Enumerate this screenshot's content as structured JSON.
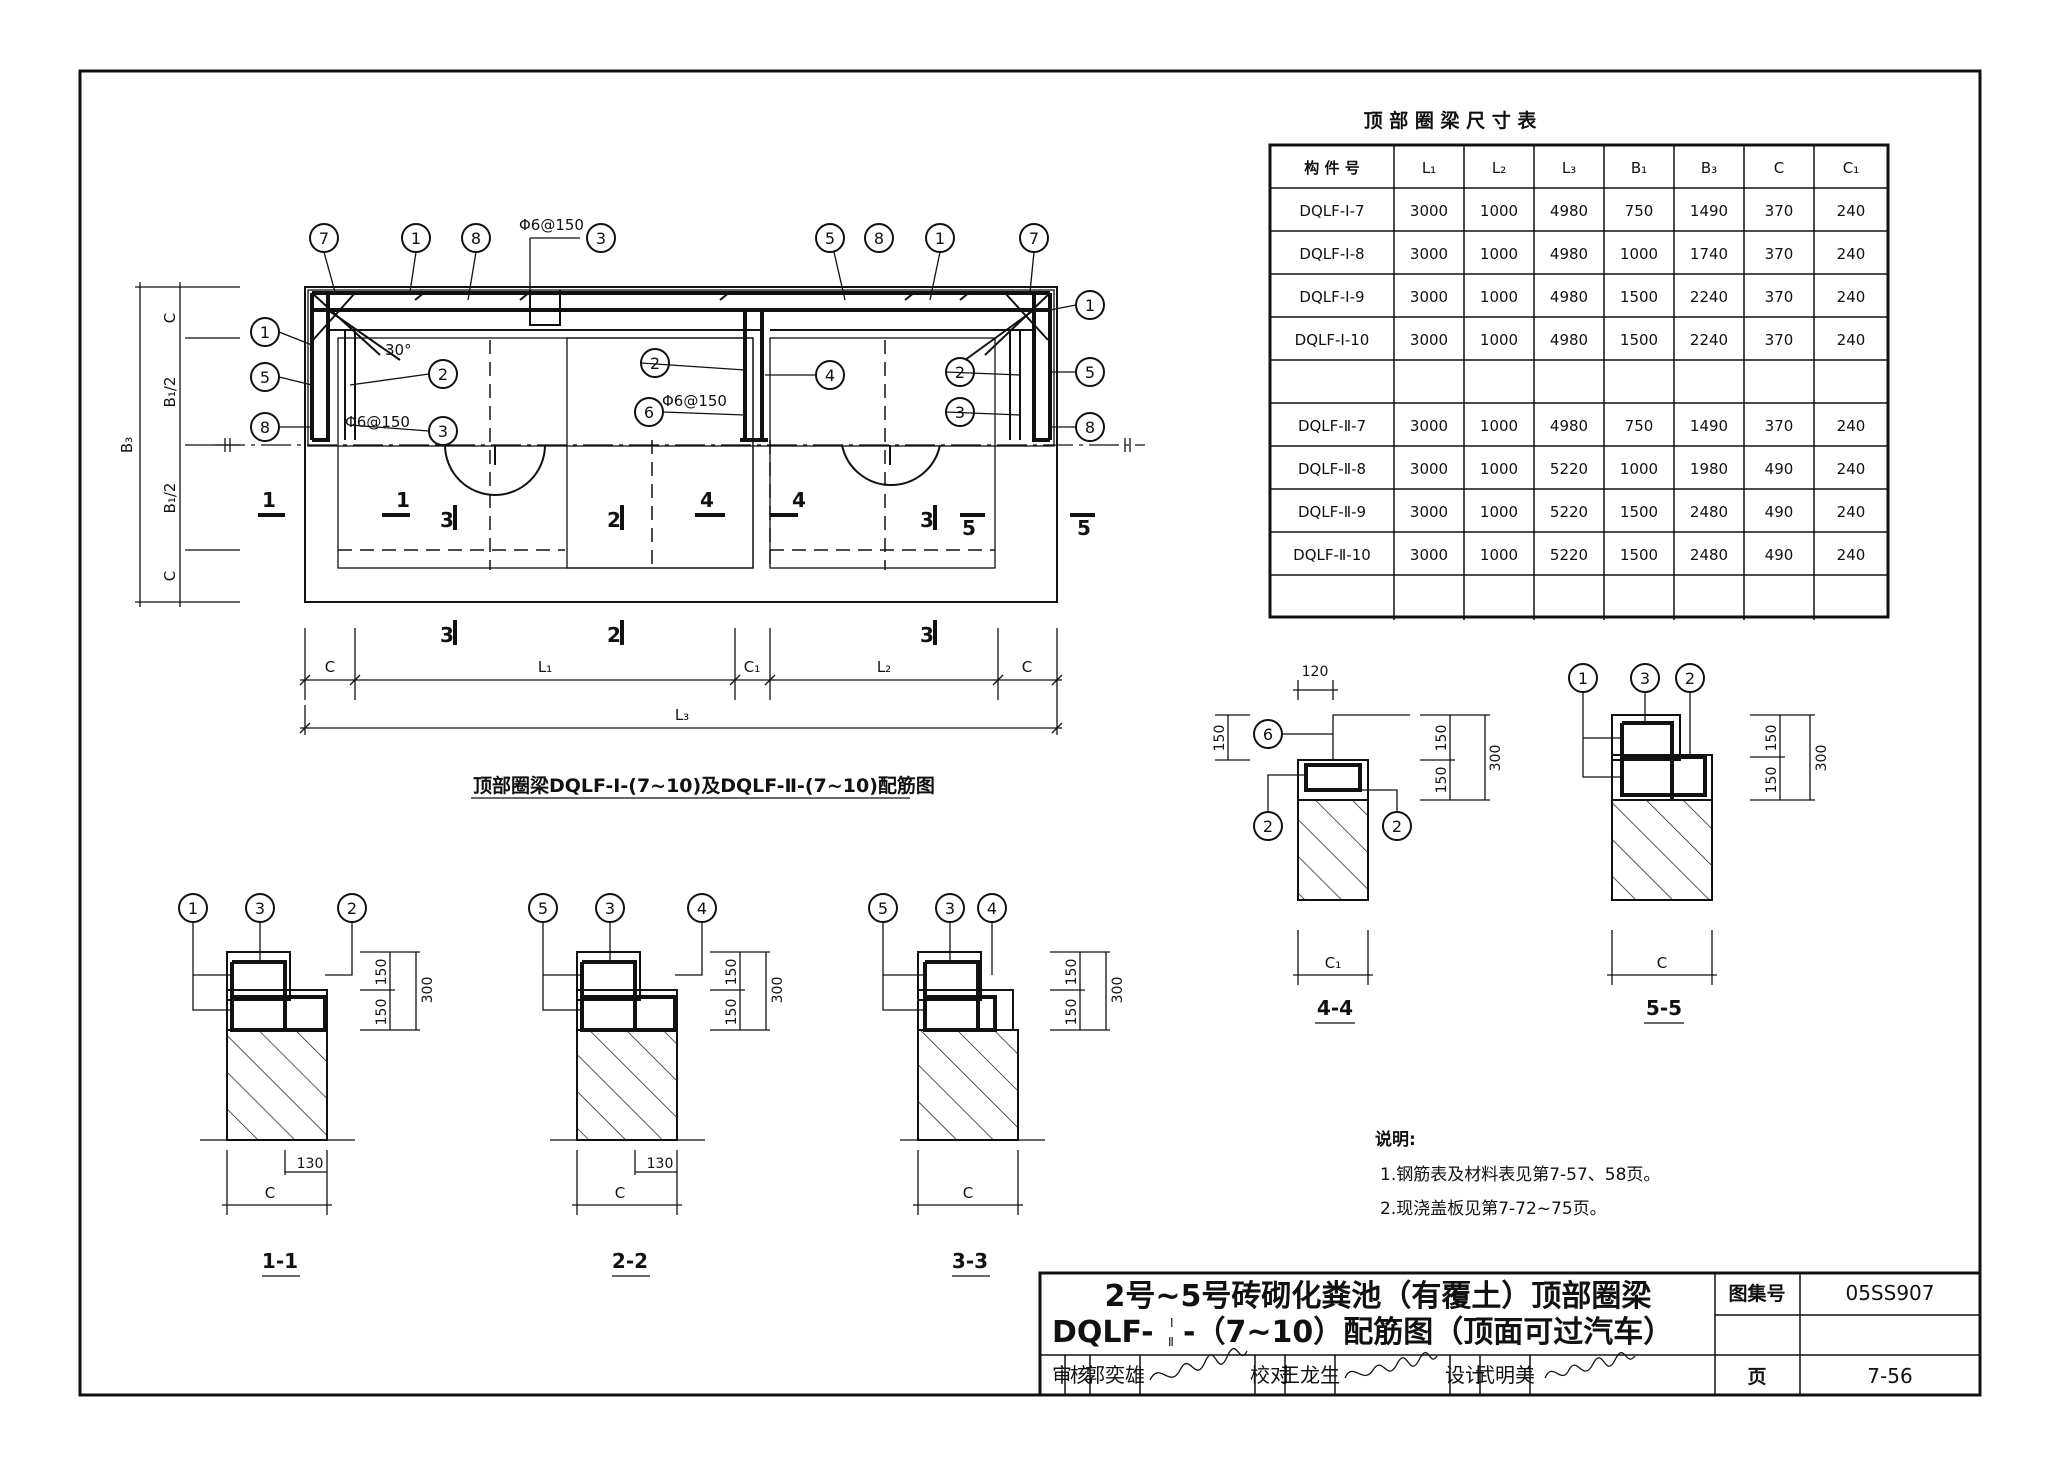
{
  "plan": {
    "title": "顶部圈梁DQLF-Ⅰ-(7~10)及DQLF-Ⅱ-(7~10)配筋图",
    "rebar_note_top": "Φ6@150",
    "rebar_note_left": "Φ6@150",
    "rebar_note_mid": "Φ6@150",
    "angle": "30°",
    "dims_bottom": [
      "C",
      "L₁",
      "C₁",
      "L₂",
      "C"
    ],
    "dim_total": "L₃",
    "dims_left": [
      "C",
      "B₁/2",
      "B₁/2",
      "C"
    ],
    "dim_left_total": "B₃",
    "section_marks": [
      "1",
      "1",
      "3",
      "2",
      "4",
      "4",
      "3",
      "5",
      "5",
      "3",
      "2",
      "3"
    ],
    "callouts": [
      "7",
      "1",
      "8",
      "3",
      "5",
      "8",
      "1",
      "7",
      "1",
      "5",
      "2",
      "8",
      "3",
      "2",
      "6",
      "4",
      "2",
      "5",
      "3",
      "8",
      "1"
    ]
  },
  "table": {
    "title": "顶 部 圈 梁 尺 寸 表",
    "headers": [
      "构 件 号",
      "L₁",
      "L₂",
      "L₃",
      "B₁",
      "B₃",
      "C",
      "C₁"
    ],
    "rows": [
      [
        "DQLF-Ⅰ-7",
        "3000",
        "1000",
        "4980",
        "750",
        "1490",
        "370",
        "240"
      ],
      [
        "DQLF-Ⅰ-8",
        "3000",
        "1000",
        "4980",
        "1000",
        "1740",
        "370",
        "240"
      ],
      [
        "DQLF-Ⅰ-9",
        "3000",
        "1000",
        "4980",
        "1500",
        "2240",
        "370",
        "240"
      ],
      [
        "DQLF-Ⅰ-10",
        "3000",
        "1000",
        "4980",
        "1500",
        "2240",
        "370",
        "240"
      ],
      [
        "",
        "",
        "",
        "",
        "",
        "",
        "",
        ""
      ],
      [
        "DQLF-Ⅱ-7",
        "3000",
        "1000",
        "4980",
        "750",
        "1490",
        "370",
        "240"
      ],
      [
        "DQLF-Ⅱ-8",
        "3000",
        "1000",
        "5220",
        "1000",
        "1980",
        "490",
        "240"
      ],
      [
        "DQLF-Ⅱ-9",
        "3000",
        "1000",
        "5220",
        "1500",
        "2480",
        "490",
        "240"
      ],
      [
        "DQLF-Ⅱ-10",
        "3000",
        "1000",
        "5220",
        "1500",
        "2480",
        "490",
        "240"
      ],
      [
        "",
        "",
        "",
        "",
        "",
        "",
        "",
        ""
      ]
    ]
  },
  "sections": {
    "s11": {
      "label": "1-1",
      "callouts": [
        "1",
        "3",
        "2"
      ],
      "d150a": "150",
      "d150b": "150",
      "d300": "300",
      "d130": "130",
      "c": "C"
    },
    "s22": {
      "label": "2-2",
      "callouts": [
        "5",
        "3",
        "4"
      ],
      "d150a": "150",
      "d150b": "150",
      "d300": "300",
      "d130": "130",
      "c": "C"
    },
    "s33": {
      "label": "3-3",
      "callouts": [
        "5",
        "3",
        "4"
      ],
      "d150a": "150",
      "d150b": "150",
      "d300": "300",
      "c": "C"
    },
    "s44": {
      "label": "4-4",
      "callouts": [
        "6",
        "2",
        "2"
      ],
      "d120": "120",
      "d150a": "150",
      "d150b": "150",
      "d150c": "150",
      "d300": "300",
      "c": "C₁"
    },
    "s55": {
      "label": "5-5",
      "callouts": [
        "1",
        "3",
        "2"
      ],
      "d150a": "150",
      "d150b": "150",
      "d300": "300",
      "c": "C"
    }
  },
  "notes": {
    "heading": "说明:",
    "items": [
      "1.钢筋表及材料表见第7-57、58页。",
      "2.现浇盖板见第7-72~75页。"
    ]
  },
  "titleblock": {
    "title_line1": "2号~5号砖砌化粪池（有覆土）顶部圈梁",
    "title_line2_pre": "DQLF-",
    "title_frac_top": "Ⅰ",
    "title_frac_bot": "Ⅱ",
    "title_line2_post": "-（7~10）配筋图（顶面可过汽车）",
    "atlas_label": "图集号",
    "atlas_no": "05SS907",
    "page_label": "页",
    "page_no": "7-56",
    "review_label": "审核",
    "reviewer": "郭奕雄",
    "check_label": "校对",
    "checker": "王龙生",
    "design_label": "设计",
    "designer": "武明美"
  }
}
